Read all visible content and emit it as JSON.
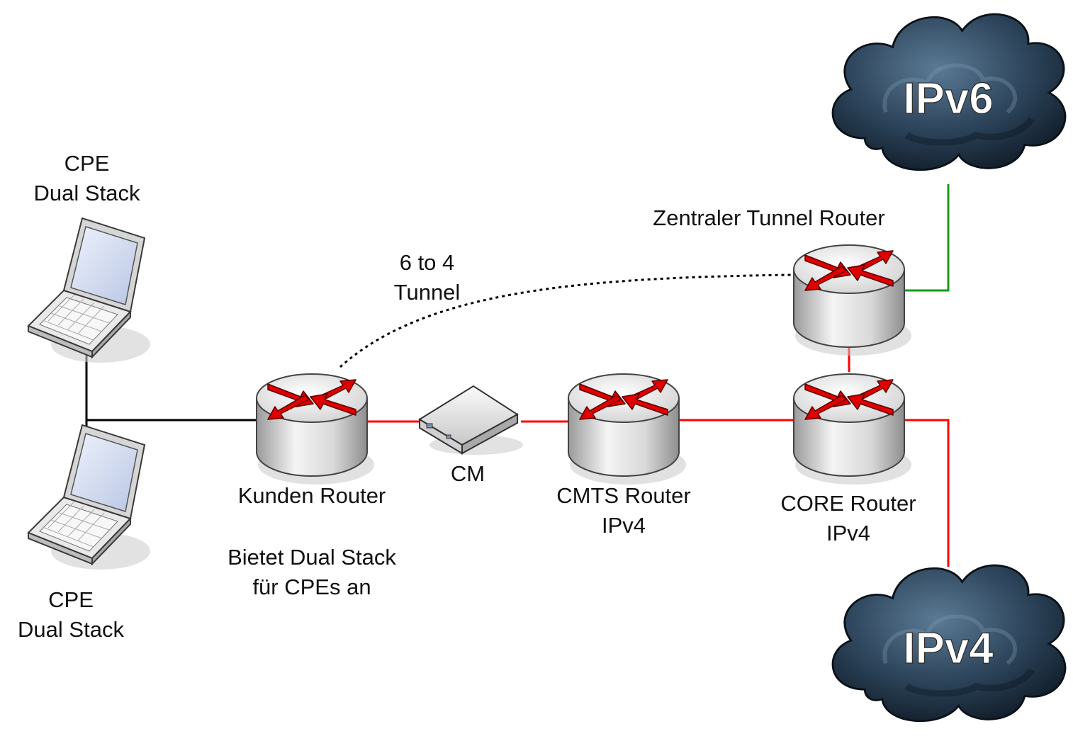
{
  "clouds": {
    "ipv6": "IPv6",
    "ipv4": "IPv4"
  },
  "labels": {
    "cpe_top": [
      "CPE",
      "Dual Stack"
    ],
    "cpe_bottom": [
      "CPE",
      "Dual Stack"
    ],
    "kunden_router": "Kunden Router",
    "kunden_router_note": [
      "Bietet Dual Stack",
      "für CPEs an"
    ],
    "cm": "CM",
    "cmts_router": [
      "CMTS Router",
      "IPv4"
    ],
    "core_router": [
      "CORE Router",
      "IPv4"
    ],
    "tunnel_router": "Zentraler Tunnel Router",
    "tunnel": [
      "6 to 4",
      "Tunnel"
    ]
  },
  "colors": {
    "ipv4_link": "#ff0000",
    "ipv6_link": "#1a9a1a",
    "lan_link": "#000000",
    "tunnel_link": "#000000",
    "router_arrow": "#e00000",
    "cloud": "#1b2c3d"
  }
}
